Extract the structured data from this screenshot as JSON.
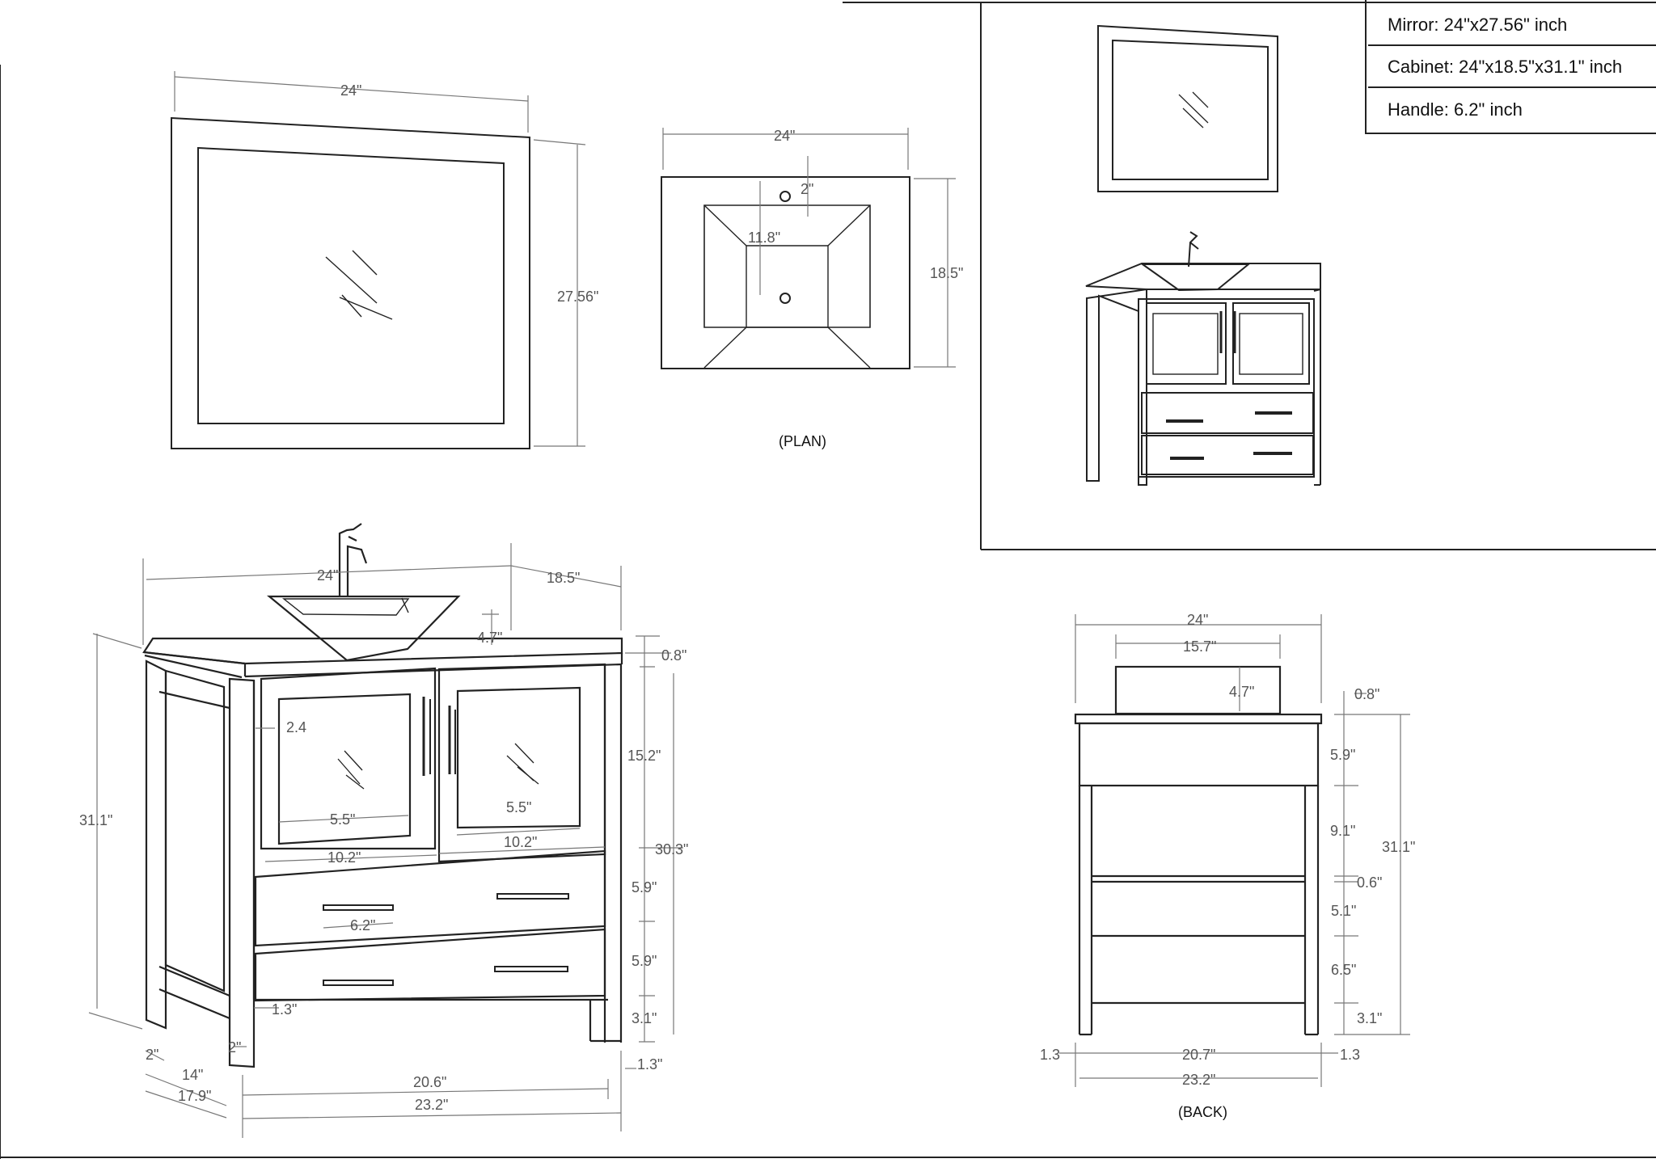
{
  "specs": {
    "mirror": "Mirror: 24\"x27.56\"  inch",
    "cabinet": "Cabinet: 24\"x18.5\"x31.1\"  inch",
    "handle": "Handle: 6.2\"  inch"
  },
  "captions": {
    "plan": "(PLAN)",
    "back": "(BACK)"
  },
  "mirror_view": {
    "width": "24\"",
    "height": "27.56\""
  },
  "plan_view": {
    "width": "24\"",
    "depth": "18.5\"",
    "hole_offset": "2\"",
    "basin": "11.8\""
  },
  "front_view": {
    "top_width": "24\"",
    "top_depth": "18.5\"",
    "sink_height": "4.7\"",
    "top_thick": "0.8\"",
    "door_margin": "2.4",
    "door_glass_w_left": "5.5\"",
    "door_glass_w_right": "5.5\"",
    "door_w_left": "10.2\"",
    "door_w_right": "10.2\"",
    "door_height": "15.2\"",
    "body_height": "30.3\"",
    "total_height": "31.1\"",
    "drawer1": "5.9\"",
    "drawer2": "5.9\"",
    "handle": "6.2\"",
    "toe": "3.1\"",
    "leg_gap": "1.3\"",
    "leg_w": "2\"",
    "leg_w2": "2\"",
    "side_inner": "14\"",
    "side_outer": "17.9\"",
    "front_inner": "20.6\"",
    "front_outer": "23.2\"",
    "right_leg": "1.3\""
  },
  "back_view": {
    "top_width": "24\"",
    "sink_width": "15.7\"",
    "sink_height": "4.7\"",
    "top_thick": "0.8\"",
    "apron": "5.9\"",
    "open_gap": "9.1\"",
    "shelf": "0.6\"",
    "panel": "5.1\"",
    "lower": "6.5\"",
    "toe": "3.1\"",
    "total_height": "31.1\"",
    "inner_w": "20.7\"",
    "outer_w": "23.2\"",
    "leg_left": "1.3",
    "leg_right": "1.3"
  }
}
